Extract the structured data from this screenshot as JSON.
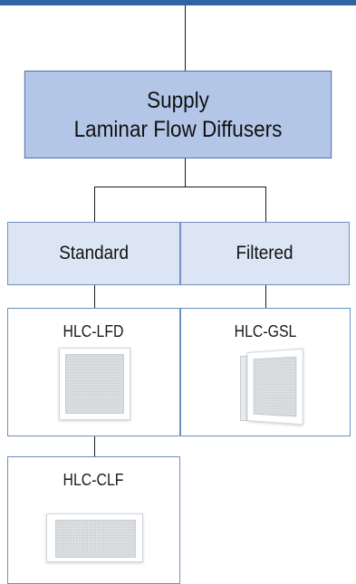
{
  "supply": {
    "line1": "Supply",
    "line2": "Laminar Flow Diffusers"
  },
  "categories": [
    {
      "label": "Standard"
    },
    {
      "label": "Filtered"
    }
  ],
  "products": [
    {
      "name": "HLC-LFD",
      "icon": "square-diffuser-icon"
    },
    {
      "name": "HLC-GSL",
      "icon": "perspective-diffuser-icon"
    },
    {
      "name": "HLC-CLF",
      "icon": "rectangular-diffuser-icon"
    }
  ],
  "colors": {
    "top_bar": "#2f64a3",
    "supply_fill": "#b3c6e7",
    "category_fill": "#dce5f4",
    "product_border": "#6a8ec4"
  }
}
